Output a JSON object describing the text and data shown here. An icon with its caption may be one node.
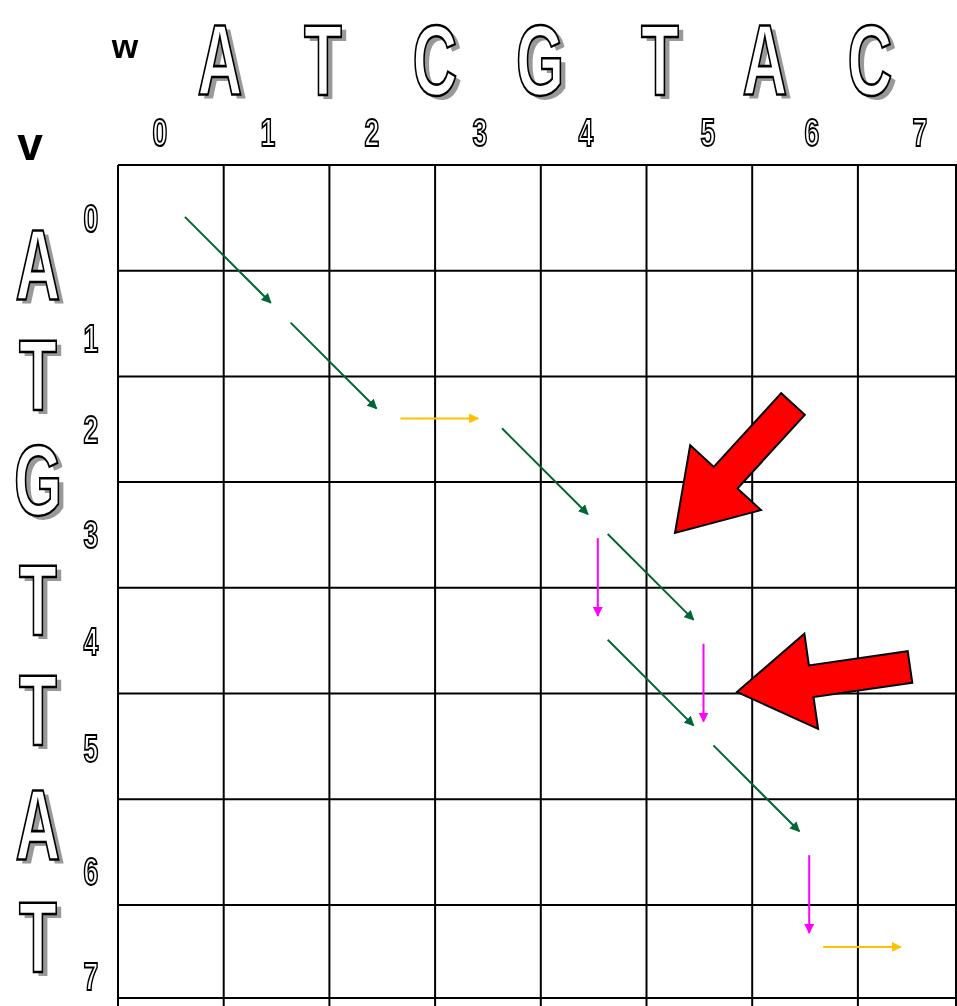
{
  "diagram": {
    "labels": [
      "w",
      "A",
      "T",
      "C",
      "G",
      "T",
      "A",
      "C",
      "0",
      "1",
      "2",
      "3",
      "4",
      "5",
      "6",
      "7",
      "v",
      "A",
      "T",
      "G",
      "T",
      "T",
      "A",
      "T",
      "0",
      "1",
      "2",
      "3",
      "4",
      "5",
      "6",
      "7"
    ]
  }
}
